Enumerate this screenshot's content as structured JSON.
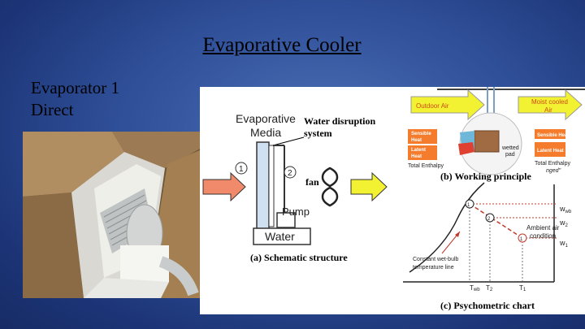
{
  "slide": {
    "title": "Evaporative Cooler",
    "label_line1": "Evaporator 1",
    "label_line2": "Direct"
  },
  "schematic": {
    "media_label1": "Evaporative",
    "media_label2": "Media",
    "water_system1": "Water disruption",
    "water_system2": "system",
    "marker1": "1",
    "marker2": "2",
    "fan": "fan",
    "pump": "Pump",
    "water": "Water",
    "caption": "(a) Schematic structure"
  },
  "working_principle": {
    "outdoor_air": "Outdoor Air",
    "moist_air1": "Moist cooled",
    "moist_air2": "Air",
    "sensible_heat1": "Sensible",
    "sensible_heat2": "Heat",
    "latent_heat1": "Latent",
    "latent_heat2": "Heat",
    "sensible_heat_r": "Sensible Heat",
    "latent_heat_r": "Latent Heat",
    "wetted_pad1": "wetted",
    "wetted_pad2": "pad",
    "total_enthalpy_l": "Total Enthalpy",
    "total_enthalpy_r": "Total Enthalpy",
    "unchanged": "nged\"",
    "caption": "(b) Working principle"
  },
  "psychrometric": {
    "wwb": "w",
    "wwb_sub": "wb",
    "w2": "w",
    "w2_sub": "2",
    "w1": "w",
    "w1_sub": "1",
    "ambient1": "Ambient air",
    "ambient2": "condition",
    "wet_bulb1": "Constant wet-bulb",
    "wet_bulb2": "temperature line",
    "twb": "T",
    "twb_sub": "wb",
    "t2": "T",
    "t2_sub": "2",
    "t1": "T",
    "t1_sub": "1",
    "p1": "1",
    "p2": "2",
    "p3": "1",
    "caption": "(c) Psychometric chart"
  },
  "colors": {
    "arrow_yellow": "#f2f233",
    "arrow_red": "#f08a6a",
    "media_blue": "#cfe0f2",
    "box_orange": "#f57c2c",
    "saturation_curve": "#222222"
  }
}
